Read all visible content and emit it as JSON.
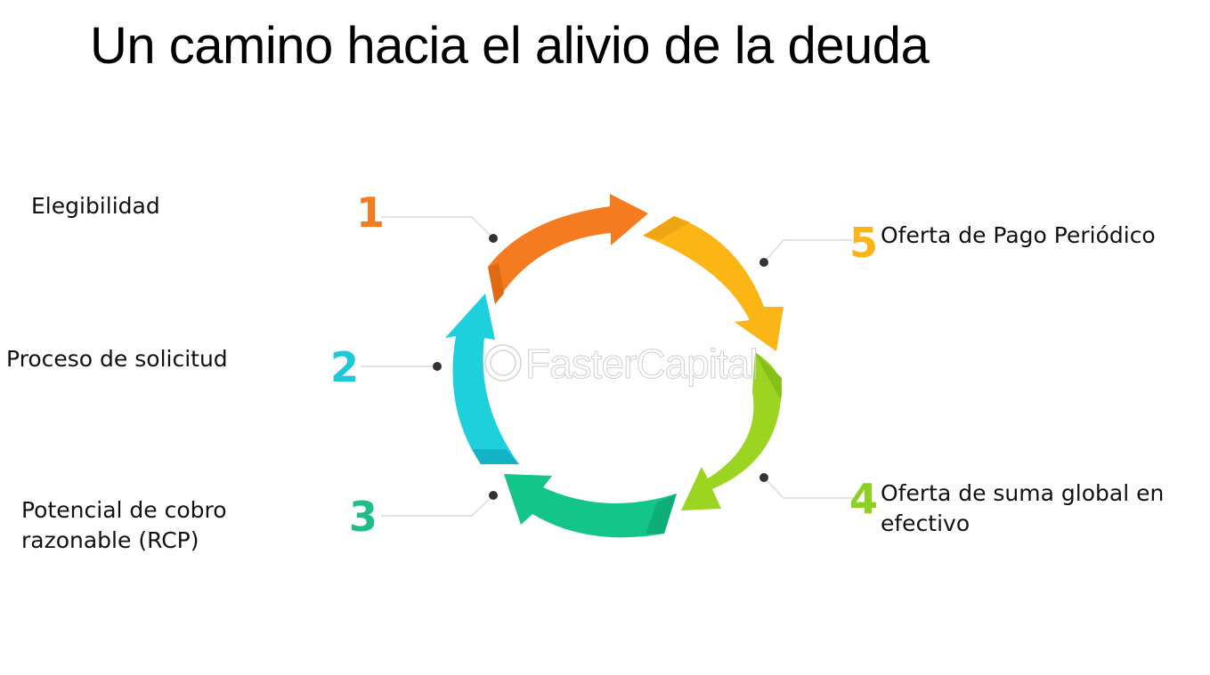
{
  "title": "Un camino hacia el alivio de la deuda",
  "watermark": "FasterCapital",
  "steps": [
    {
      "number": "1",
      "label": "Elegibilidad",
      "color": "#F47B20"
    },
    {
      "number": "2",
      "label": "Proceso de solicitud",
      "color": "#1EC9D6"
    },
    {
      "number": "3",
      "label_line1": "Potencial de cobro",
      "label_line2": "razonable (RCP)",
      "color": "#1DBF85"
    },
    {
      "number": "4",
      "label_line1": "Oferta de suma global en",
      "label_line2": "efectivo",
      "color": "#8CD11E"
    },
    {
      "number": "5",
      "label": "Oferta de Pago Periódico",
      "color": "#FBB515"
    }
  ],
  "colors": {
    "orange": "#F47B20",
    "yellow": "#FBB515",
    "green": "#8CD11E",
    "teal_green": "#1DBF85",
    "cyan": "#1EC9D6",
    "connector": "#e2e2e2",
    "dot": "#333333"
  }
}
